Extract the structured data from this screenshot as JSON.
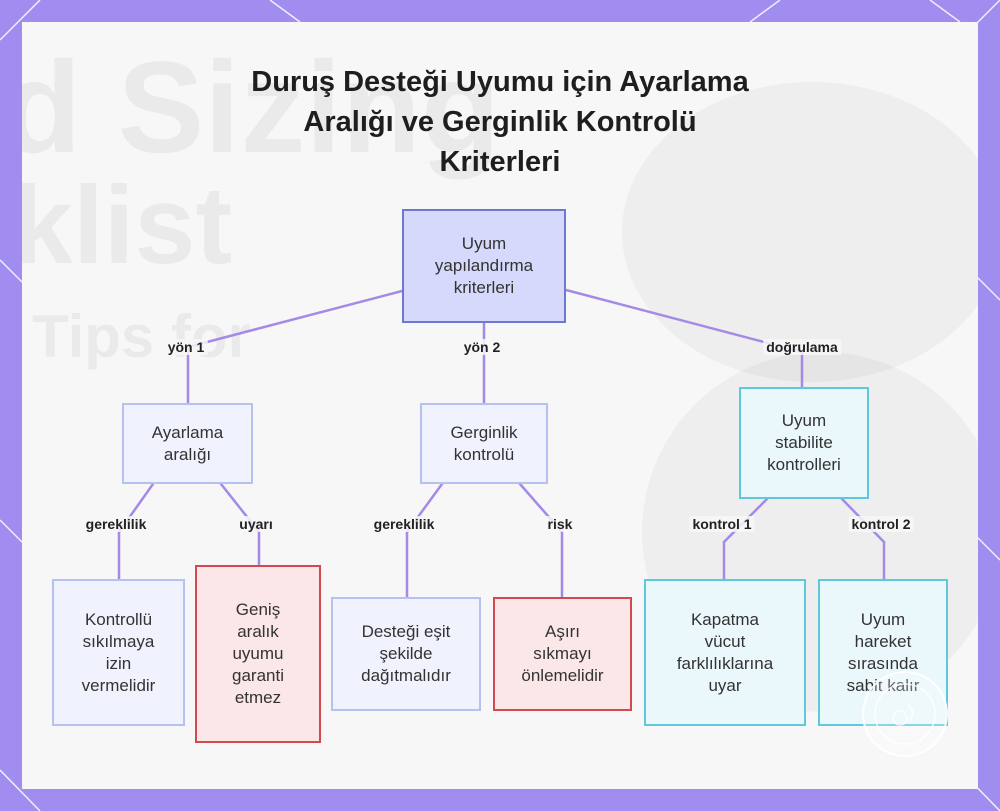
{
  "title_lines": [
    "Duruş Desteği Uyumu için Ayarlama",
    "Aralığı ve Gerginlik Kontrolü",
    "Kriterleri"
  ],
  "nodes": {
    "root": [
      "Uyum",
      "yapılandırma",
      "kriterleri"
    ],
    "range": [
      "Ayarlama",
      "aralığı"
    ],
    "tension": [
      "Gerginlik",
      "kontrolü"
    ],
    "stability": [
      "Uyum",
      "stabilite",
      "kontrolleri"
    ],
    "controlled": [
      "Kontrollü",
      "sıkılmaya",
      "izin",
      "vermelidir"
    ],
    "wide": [
      "Geniş",
      "aralık",
      "uyumu",
      "garanti",
      "etmez"
    ],
    "even": [
      "Desteği eşit",
      "şekilde",
      "dağıtmalıdır"
    ],
    "over": [
      "Aşırı",
      "sıkmayı",
      "önlemelidir"
    ],
    "fits": [
      "Kapatma",
      "vücut",
      "farklılıklarına",
      "uyar"
    ],
    "stable": [
      "Uyum",
      "hareket",
      "sırasında",
      "sabit kalır"
    ]
  },
  "edge_labels": {
    "dir1": "yön 1",
    "dir2": "yön 2",
    "verify": "doğrulama",
    "req1": "gereklilik",
    "warn": "uyarı",
    "req2": "gereklilik",
    "risk": "risk",
    "check1": "kontrol 1",
    "check2": "kontrol 2"
  },
  "colors": {
    "frame": "#a18cf0",
    "edge": "#a48ae6",
    "root_fill": "#d6d9fb",
    "warning_border": "#d04a52",
    "verify_border": "#5fc8dc"
  }
}
